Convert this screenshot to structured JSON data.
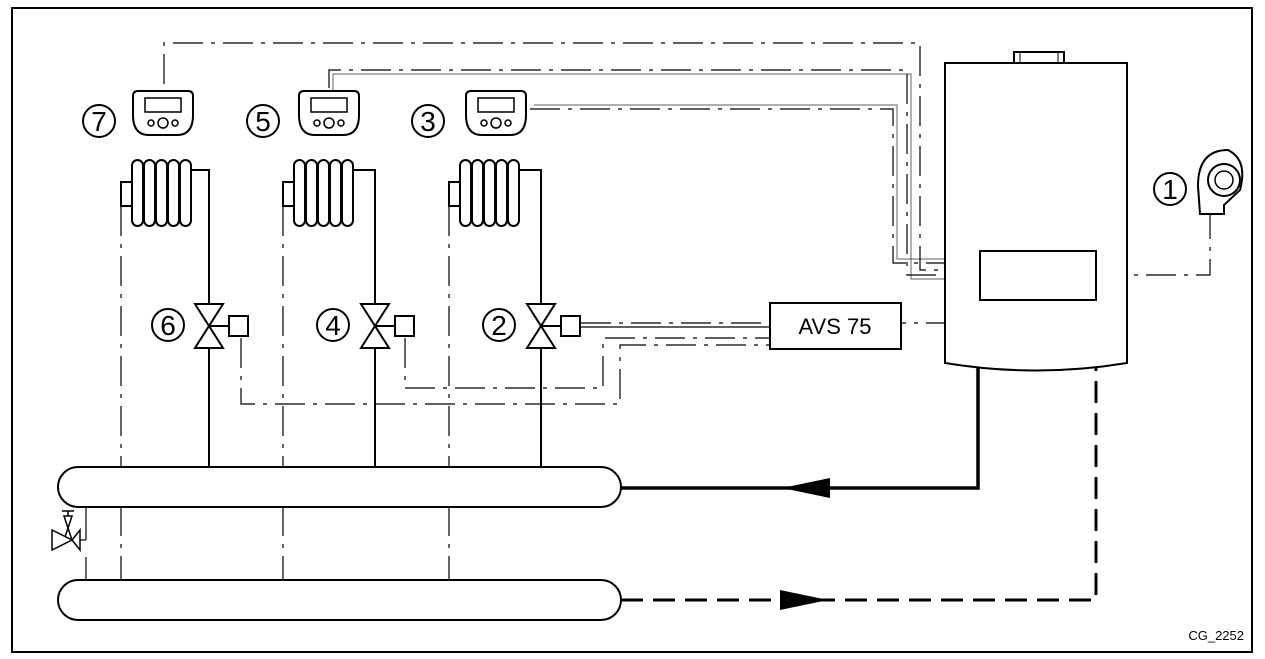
{
  "labels": {
    "c1": "1",
    "c2": "2",
    "c3": "3",
    "c4": "4",
    "c5": "5",
    "c6": "6",
    "c7": "7",
    "avs": "AVS 75",
    "code": "CG_2252"
  }
}
